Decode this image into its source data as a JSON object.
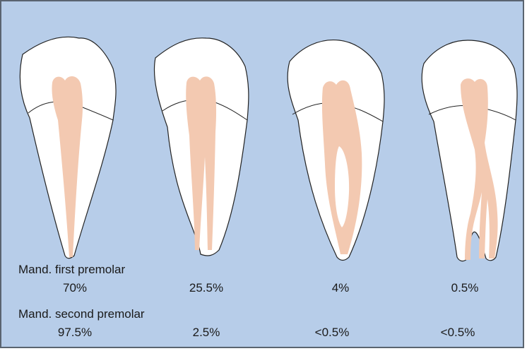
{
  "rows": [
    {
      "label": "Mand. first premolar",
      "values": [
        "70%",
        "25.5%",
        "4%",
        "0.5%"
      ]
    },
    {
      "label": "Mand. second premolar",
      "values": [
        "97.5%",
        "2.5%",
        "<0.5%",
        "<0.5%"
      ]
    }
  ],
  "colors": {
    "background": "#b7cde9",
    "tooth": "#ffffff",
    "pulp": "#f3c9b1",
    "outline": "#222222"
  },
  "teeth": [
    {
      "name": "single-canal",
      "icon": "tooth-single-canal-icon"
    },
    {
      "name": "bifurcated-canal",
      "icon": "tooth-bifurcated-canal-icon"
    },
    {
      "name": "split-rejoining-canal",
      "icon": "tooth-split-rejoining-canal-icon"
    },
    {
      "name": "three-canal",
      "icon": "tooth-three-canal-icon"
    }
  ]
}
